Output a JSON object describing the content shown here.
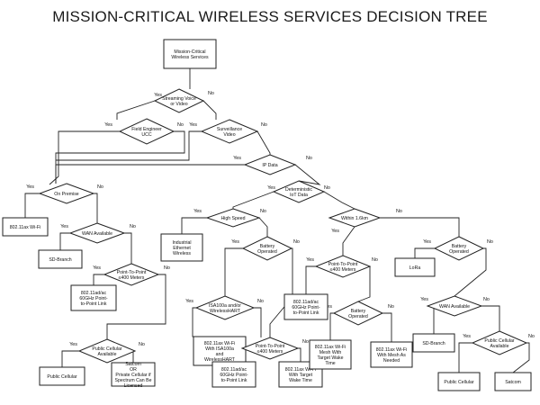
{
  "title": "MISSION-CRITICAL WIRELESS SERVICES DECISION TREE",
  "nodes": [
    {
      "id": "root",
      "kind": "box",
      "lines": [
        "Mission-Critical",
        "Wireless Services"
      ]
    },
    {
      "id": "streaming",
      "kind": "diamond",
      "lines": [
        "Streaming Voice",
        "or Video"
      ]
    },
    {
      "id": "field_engineer",
      "kind": "diamond",
      "lines": [
        "Field Engineer",
        "UCC"
      ]
    },
    {
      "id": "surveillance",
      "kind": "diamond",
      "lines": [
        "Surveillance",
        "Video"
      ]
    },
    {
      "id": "ip_data",
      "kind": "diamond",
      "lines": [
        "IP Data"
      ]
    },
    {
      "id": "on_premise",
      "kind": "diamond",
      "lines": [
        "On Premise"
      ]
    },
    {
      "id": "wifi_80211ax",
      "kind": "box",
      "lines": [
        "802.11ax Wi-Fi"
      ]
    },
    {
      "id": "wan_available_1",
      "kind": "diamond",
      "lines": [
        "WAN Available"
      ]
    },
    {
      "id": "sd_branch_1",
      "kind": "box",
      "lines": [
        "SD-Branch"
      ]
    },
    {
      "id": "ptp_1",
      "kind": "diamond",
      "lines": [
        "Point-To-Point",
        "≤400 Meters"
      ]
    },
    {
      "id": "ad_ac_1",
      "kind": "box",
      "lines": [
        "802.11ad/ac",
        "60GHz Point-",
        "to-Point Link"
      ]
    },
    {
      "id": "public_cellular_avail_1",
      "kind": "diamond",
      "lines": [
        "Public Cellular",
        "Available"
      ]
    },
    {
      "id": "public_cellular_1",
      "kind": "box",
      "lines": [
        "Public Cellular"
      ]
    },
    {
      "id": "satcom_or",
      "kind": "box",
      "lines": [
        "Satcom",
        "OR",
        "Private Cellular if",
        "Spectrum Can Be",
        "Licensed"
      ]
    },
    {
      "id": "deterministic",
      "kind": "diamond",
      "lines": [
        "Deterministic",
        "IoT Data"
      ]
    },
    {
      "id": "high_speed",
      "kind": "diamond",
      "lines": [
        "High Speed"
      ]
    },
    {
      "id": "industrial_ethernet",
      "kind": "box",
      "lines": [
        "Industrial",
        "Ethernet",
        "Wireless"
      ]
    },
    {
      "id": "battery_1",
      "kind": "diamond",
      "lines": [
        "Battery",
        "Operated"
      ]
    },
    {
      "id": "isa100",
      "kind": "diamond",
      "lines": [
        "ISA100a and/or",
        "WirelessHART"
      ]
    },
    {
      "id": "wifi_isa100",
      "kind": "box",
      "lines": [
        "802.11ax Wi-Fi",
        "With ISA100a",
        "and",
        "WirelessHART"
      ]
    },
    {
      "id": "ptp_2",
      "kind": "diamond",
      "lines": [
        "Point-To-Point",
        "≤400 Meters"
      ]
    },
    {
      "id": "ad_ac_2",
      "kind": "box",
      "lines": [
        "802.11ad/ac",
        "60GHz Point-",
        "to-Point Link"
      ]
    },
    {
      "id": "wifi_twt_1",
      "kind": "box",
      "lines": [
        "802.11ax Wi-Fi",
        "With Target",
        "Wake Time"
      ]
    },
    {
      "id": "within_16km",
      "kind": "diamond",
      "lines": [
        "Within 1.6km"
      ]
    },
    {
      "id": "ptp_3",
      "kind": "diamond",
      "lines": [
        "Point-To-Point",
        "≤400 Meters"
      ]
    },
    {
      "id": "ad_ac_3",
      "kind": "box",
      "lines": [
        "802.11ad/ac",
        "60GHz Point-",
        "to-Point Link"
      ]
    },
    {
      "id": "battery_2",
      "kind": "diamond",
      "lines": [
        "Battery",
        "Operated"
      ]
    },
    {
      "id": "wifi_mesh_twt",
      "kind": "box",
      "lines": [
        "802.11ax Wi-Fi",
        "Mesh  With",
        "Target Wake",
        "Time"
      ]
    },
    {
      "id": "wifi_mesh_needed",
      "kind": "box",
      "lines": [
        "802.11ax Wi-Fi",
        "With Mesh As",
        "Needed"
      ]
    },
    {
      "id": "battery_3",
      "kind": "diamond",
      "lines": [
        "Battery",
        "Operated"
      ]
    },
    {
      "id": "lora",
      "kind": "box",
      "lines": [
        "LoRa"
      ]
    },
    {
      "id": "wan_available_2",
      "kind": "diamond",
      "lines": [
        "WAN Available"
      ]
    },
    {
      "id": "sd_branch_2",
      "kind": "box",
      "lines": [
        "SD-Branch"
      ]
    },
    {
      "id": "public_cellular_avail_2",
      "kind": "diamond",
      "lines": [
        "Public Cellular",
        "Available"
      ]
    },
    {
      "id": "public_cellular_2",
      "kind": "box",
      "lines": [
        "Public Cellular"
      ]
    },
    {
      "id": "satcom",
      "kind": "box",
      "lines": [
        "Satcom"
      ]
    }
  ],
  "edges": [
    {
      "from": "root",
      "to": "streaming",
      "label": ""
    },
    {
      "from": "streaming",
      "to": "field_engineer",
      "label": "Yes"
    },
    {
      "from": "streaming",
      "to": "surveillance",
      "label": "No"
    },
    {
      "from": "field_engineer",
      "to": "on_premise",
      "label": "Yes"
    },
    {
      "from": "field_engineer",
      "to": "on_premise",
      "label": "No"
    },
    {
      "from": "surveillance",
      "to": "on_premise",
      "label": "Yes"
    },
    {
      "from": "surveillance",
      "to": "ip_data",
      "label": "No"
    },
    {
      "from": "ip_data",
      "to": "on_premise",
      "label": "Yes"
    },
    {
      "from": "ip_data",
      "to": "deterministic",
      "label": "No"
    },
    {
      "from": "on_premise",
      "to": "wifi_80211ax",
      "label": "Yes"
    },
    {
      "from": "on_premise",
      "to": "wan_available_1",
      "label": "No"
    },
    {
      "from": "wan_available_1",
      "to": "sd_branch_1",
      "label": "Yes"
    },
    {
      "from": "wan_available_1",
      "to": "ptp_1",
      "label": "No"
    },
    {
      "from": "ptp_1",
      "to": "ad_ac_1",
      "label": "Yes"
    },
    {
      "from": "ptp_1",
      "to": "public_cellular_avail_1",
      "label": "No"
    },
    {
      "from": "public_cellular_avail_1",
      "to": "public_cellular_1",
      "label": "Yes"
    },
    {
      "from": "public_cellular_avail_1",
      "to": "satcom_or",
      "label": "No"
    },
    {
      "from": "deterministic",
      "to": "high_speed",
      "label": "Yes"
    },
    {
      "from": "deterministic",
      "to": "within_16km",
      "label": "No"
    },
    {
      "from": "high_speed",
      "to": "industrial_ethernet",
      "label": "Yes"
    },
    {
      "from": "high_speed",
      "to": "battery_1",
      "label": "No"
    },
    {
      "from": "battery_1",
      "to": "isa100",
      "label": "Yes"
    },
    {
      "from": "battery_1",
      "to": "ptp_2",
      "label": "No"
    },
    {
      "from": "isa100",
      "to": "wifi_isa100",
      "label": "Yes"
    },
    {
      "from": "isa100",
      "to": "ptp_2",
      "label": "No"
    },
    {
      "from": "ptp_2",
      "to": "ad_ac_2",
      "label": "Yes"
    },
    {
      "from": "ptp_2",
      "to": "wifi_twt_1",
      "label": "No"
    },
    {
      "from": "within_16km",
      "to": "ptp_3",
      "label": "Yes"
    },
    {
      "from": "within_16km",
      "to": "battery_3",
      "label": "No"
    },
    {
      "from": "ptp_3",
      "to": "ad_ac_3",
      "label": "Yes"
    },
    {
      "from": "ptp_3",
      "to": "battery_2",
      "label": "No"
    },
    {
      "from": "battery_2",
      "to": "wifi_mesh_twt",
      "label": "Yes"
    },
    {
      "from": "battery_2",
      "to": "wifi_mesh_needed",
      "label": "No"
    },
    {
      "from": "battery_3",
      "to": "lora",
      "label": "Yes"
    },
    {
      "from": "battery_3",
      "to": "wan_available_2",
      "label": "No"
    },
    {
      "from": "wan_available_2",
      "to": "sd_branch_2",
      "label": "Yes"
    },
    {
      "from": "wan_available_2",
      "to": "public_cellular_avail_2",
      "label": "No"
    },
    {
      "from": "public_cellular_avail_2",
      "to": "public_cellular_2",
      "label": "Yes"
    },
    {
      "from": "public_cellular_avail_2",
      "to": "satcom",
      "label": "No"
    }
  ]
}
